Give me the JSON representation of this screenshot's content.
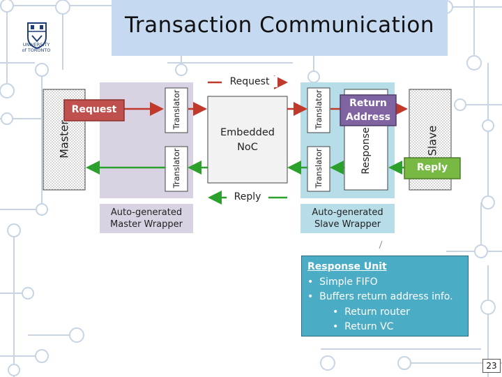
{
  "slide": {
    "title": "Transaction Communication",
    "page_number": "23"
  },
  "logo": {
    "line1": "UNIVERSITY",
    "line2": "of TORONTO"
  },
  "diagram": {
    "master_label": "Master",
    "slave_label": "Slave",
    "translator_label": "Translator",
    "noc_line1": "Embedded",
    "noc_line2": "NoC",
    "response_label": "Response",
    "request_arrow_label": "Request",
    "reply_arrow_label": "Reply",
    "master_wrapper_line1": "Auto-generated",
    "master_wrapper_line2": "Master Wrapper",
    "slave_wrapper_line1": "Auto-generated",
    "slave_wrapper_line2": "Slave Wrapper"
  },
  "callouts": {
    "request": "Request",
    "return_address_line1": "Return",
    "return_address_line2": "Address",
    "reply": "Reply"
  },
  "response_unit": {
    "heading": "Response Unit",
    "items": [
      "Simple FIFO",
      "Buffers return address info."
    ],
    "subitems": [
      "Return router",
      "Return VC"
    ]
  },
  "colors": {
    "title_bg": "#c5d9f1",
    "master_wrapper": "#d9d2e3",
    "slave_wrapper": "#b7dde8",
    "request_arrow": "#c0392b",
    "reply_arrow": "#2ca02c",
    "request_callout": "#c0504d",
    "return_callout": "#8064a2",
    "reply_callout": "#77b943",
    "response_unit_bg": "#4bacc6"
  }
}
